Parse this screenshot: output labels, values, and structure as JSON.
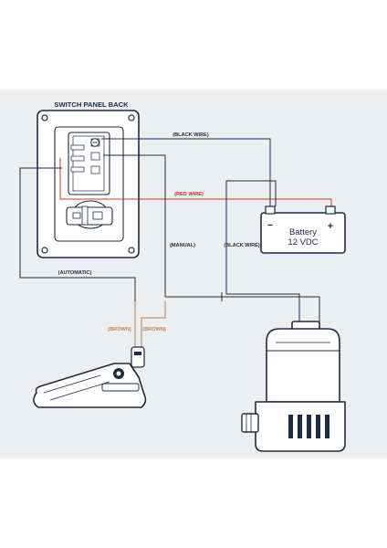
{
  "diagram": {
    "switch_panel_title": "SWITCH PANEL BACK",
    "battery": {
      "name": "Battery",
      "voltage": "12 VDC"
    },
    "wire_labels": {
      "black_wire_top": "(BLACK WIRE)",
      "red_wire": "(RED WIRE)",
      "black_wire_side": "(BLACK WIRE)",
      "manual": "(MANUAL)",
      "automatic": "(AUTOMATIC)",
      "brown_left": "(BROWN)",
      "brown_right": "(BROWN)"
    },
    "components": [
      "switch-panel",
      "battery",
      "float-switch",
      "bilge-pump"
    ],
    "colors": {
      "outline": "#1f2a44",
      "red_wire": "#c0392b",
      "brown_wire": "#b5835a",
      "panel_background": "#eceef0"
    }
  }
}
